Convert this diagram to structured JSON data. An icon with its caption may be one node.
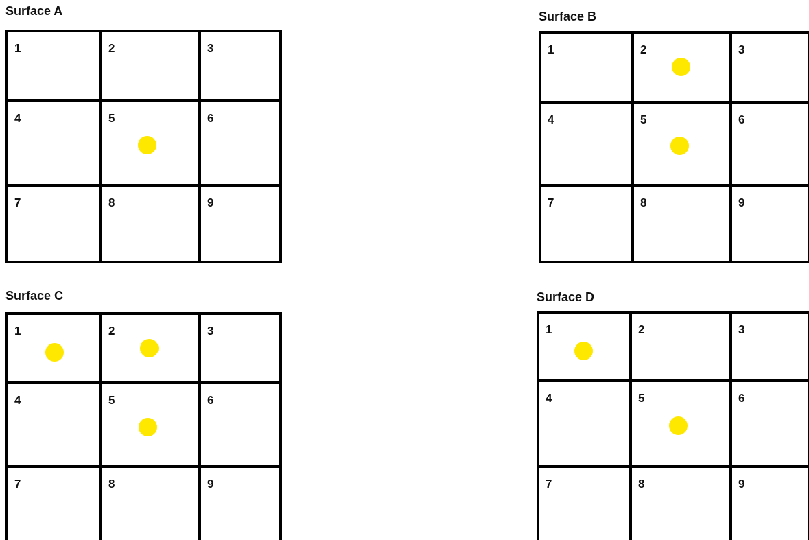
{
  "diagram": {
    "nodes": [
      {
        "text": [
          "Surface A"
        ]
      },
      {
        "text": [
          "1"
        ],
        "in": 0
      },
      {
        "text": [
          "2"
        ],
        "in": 0
      },
      {
        "text": [
          "3"
        ],
        "in": 0
      },
      {
        "text": [
          "4"
        ],
        "in": 0
      },
      {
        "text": [
          "5"
        ],
        "in": 0
      },
      {
        "text": [],
        "shape": "circle",
        "in": 5
      },
      {
        "text": [
          "6"
        ],
        "in": 0
      },
      {
        "text": [
          "7"
        ],
        "in": 0
      },
      {
        "text": [
          "8"
        ],
        "in": 0
      },
      {
        "text": [
          "9"
        ],
        "in": 0
      },
      {
        "text": [
          "Surface B"
        ]
      },
      {
        "text": [
          "1"
        ],
        "in": 11
      },
      {
        "text": [
          "2"
        ],
        "in": 11
      },
      {
        "text": [],
        "shape": "circle",
        "in": 13
      },
      {
        "text": [
          "3"
        ],
        "in": 11
      },
      {
        "text": [
          "4"
        ],
        "in": 11
      },
      {
        "text": [
          "5"
        ],
        "in": 11
      },
      {
        "text": [],
        "shape": "circle",
        "in": 17
      },
      {
        "text": [
          "6"
        ],
        "in": 11
      },
      {
        "text": [
          "7"
        ],
        "in": 11
      },
      {
        "text": [
          "8"
        ],
        "in": 11
      },
      {
        "text": [
          "9"
        ],
        "in": 11
      },
      {
        "text": [
          "Surface C"
        ]
      },
      {
        "text": [
          "1"
        ],
        "in": 23
      },
      {
        "text": [],
        "shape": "circle",
        "in": 24
      },
      {
        "text": [
          "2"
        ],
        "in": 23
      },
      {
        "text": [],
        "shape": "circle",
        "in": 26
      },
      {
        "text": [
          "3"
        ],
        "in": 23
      },
      {
        "text": [
          "4"
        ],
        "in": 23
      },
      {
        "text": [
          "5"
        ],
        "in": 23
      },
      {
        "text": [],
        "shape": "circle",
        "in": 30
      },
      {
        "text": [
          "6"
        ],
        "in": 23
      },
      {
        "text": [
          "7"
        ],
        "in": 23
      },
      {
        "text": [
          "8"
        ],
        "in": 23
      },
      {
        "text": [
          "9"
        ],
        "in": 23
      },
      {
        "text": [
          "Surface D"
        ]
      },
      {
        "text": [
          "1"
        ],
        "in": 36
      },
      {
        "text": [],
        "shape": "circle",
        "in": 37
      },
      {
        "text": [
          "2"
        ],
        "in": 36
      },
      {
        "text": [
          "3"
        ],
        "in": 36
      },
      {
        "text": [
          "4"
        ],
        "in": 36
      },
      {
        "text": [
          "5"
        ],
        "in": 36
      },
      {
        "text": [],
        "shape": "circle",
        "in": 42
      },
      {
        "text": [
          "6"
        ],
        "in": 36
      },
      {
        "text": [
          "7"
        ],
        "in": 36
      },
      {
        "text": [
          "8"
        ],
        "in": 36
      },
      {
        "text": [
          "9"
        ],
        "in": 36
      }
    ]
  }
}
